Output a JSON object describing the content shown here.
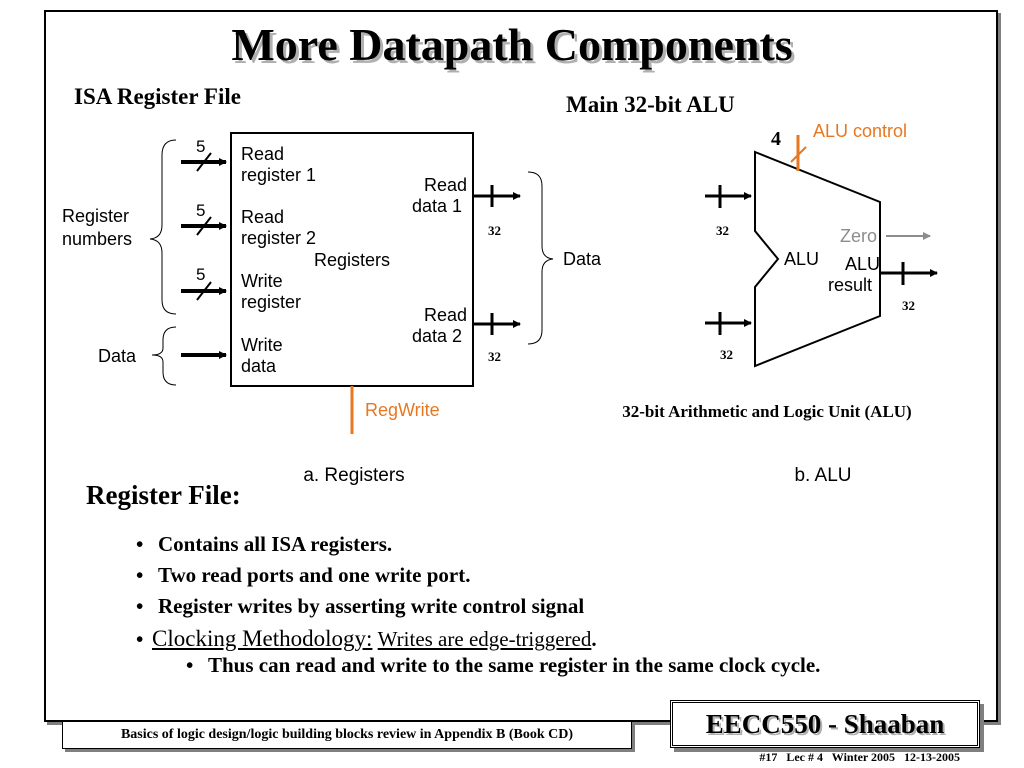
{
  "slide": {
    "title": "More Datapath Components"
  },
  "register_file_diagram": {
    "heading": "ISA Register File",
    "block_label": "Registers",
    "inputs": [
      {
        "bits": "5",
        "label_line1": "Read",
        "label_line2": "register 1"
      },
      {
        "bits": "5",
        "label_line1": "Read",
        "label_line2": "register 2"
      },
      {
        "bits": "5",
        "label_line1": "Write",
        "label_line2": "register"
      },
      {
        "bits": "",
        "label_line1": "Write",
        "label_line2": "data"
      }
    ],
    "outputs": [
      {
        "label_line1": "Read",
        "label_line2": "data 1",
        "bits": "32"
      },
      {
        "label_line1": "Read",
        "label_line2": "data 2",
        "bits": "32"
      }
    ],
    "left_brace_label_line1": "Register",
    "left_brace_label_line2": "numbers",
    "left_data_label": "Data",
    "right_brace_label": "Data",
    "control_label": "RegWrite",
    "caption": "a. Registers"
  },
  "alu_diagram": {
    "heading": "Main 32-bit ALU",
    "control_bits": "4",
    "control_label": "ALU control",
    "block_label": "ALU",
    "input_a_bits": "32",
    "input_b_bits": "32",
    "zero_label": "Zero",
    "result_line1": "ALU",
    "result_line2": "result",
    "result_bits": "32",
    "description": "32-bit Arithmetic and Logic Unit (ALU)",
    "caption": "b. ALU"
  },
  "colors": {
    "control_orange": "#e87722",
    "zero_gray": "#8c8c8c",
    "shadow_gray": "#7f7f7f"
  },
  "register_file_notes": {
    "title": "Register File:",
    "bullets": [
      "Contains all ISA registers.",
      "Two read ports and one write port.",
      "Register writes by asserting write control signal"
    ],
    "clocking_prefix": "Clocking Methodology:",
    "clocking_text": "Writes are edge-triggered",
    "clocking_period": ".",
    "sub_bullet": "Thus can read and write to the same register in the same clock cycle."
  },
  "footer": {
    "note": "Basics of logic design/logic building blocks review in Appendix B (Book CD)",
    "course": "EECC550 - Shaaban",
    "slide_info": "#17   Lec # 4   Winter 2005   12-13-2005"
  }
}
